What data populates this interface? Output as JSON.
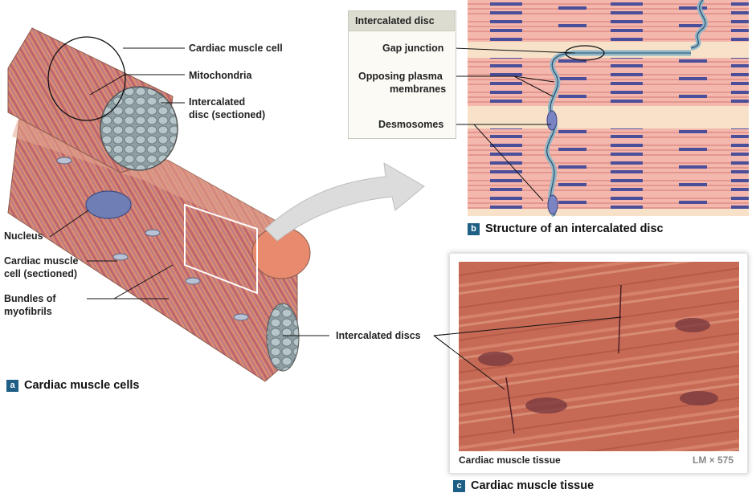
{
  "panel_a": {
    "badge": "a",
    "caption": "Cardiac muscle cells",
    "labels": {
      "cardiac_muscle_cell": "Cardiac muscle cell",
      "mitochondria": "Mitochondria",
      "intercalated_disc_1": "Intercalated",
      "intercalated_disc_2": "disc (sectioned)",
      "nucleus": "Nucleus",
      "cardiac_cell_sectioned_1": "Cardiac muscle",
      "cardiac_cell_sectioned_2": "cell (sectioned)",
      "bundles_1": "Bundles of",
      "bundles_2": "myofibrils",
      "intercalated_discs": "Intercalated discs"
    }
  },
  "panel_b": {
    "badge": "b",
    "caption": "Structure of an intercalated disc",
    "legend_title": "Intercalated disc",
    "labels": {
      "gap_junction": "Gap junction",
      "opposing_1": "Opposing plasma",
      "opposing_2": "membranes",
      "desmosomes": "Desmosomes"
    }
  },
  "panel_c": {
    "badge": "c",
    "caption": "Cardiac muscle tissue",
    "photo_caption": "Cardiac muscle tissue",
    "magnification": "LM × 575"
  },
  "colors": {
    "muscle": "#d9806a",
    "membrane_blue": "#5b7fa8",
    "badge": "#1f5f86",
    "tissue": "#c0624f"
  }
}
